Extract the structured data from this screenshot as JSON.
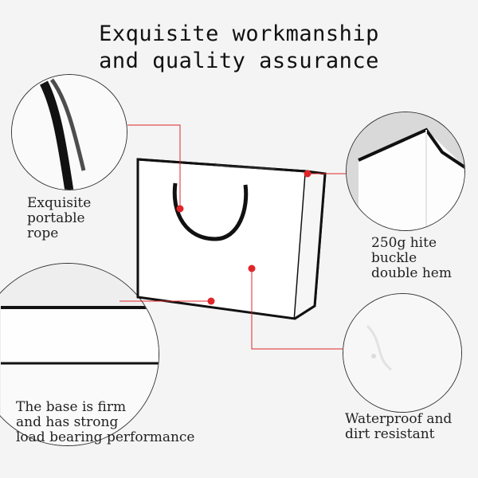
{
  "title": {
    "line1": "Exquisite workmanship",
    "line2": "and quality assurance"
  },
  "callouts": {
    "rope": [
      "Exquisite",
      "portable",
      "rope"
    ],
    "hem": [
      "250g hite",
      "buckle",
      "double hem"
    ],
    "base": [
      "The base is firm",
      "and has strong",
      "load bearing performance"
    ],
    "waterproof": [
      "Waterproof and",
      "dirt resistant"
    ]
  },
  "colors": {
    "accent": "#e0262a",
    "border": "#111111",
    "paper": "#ffffff",
    "background": "#f4f4f4"
  }
}
